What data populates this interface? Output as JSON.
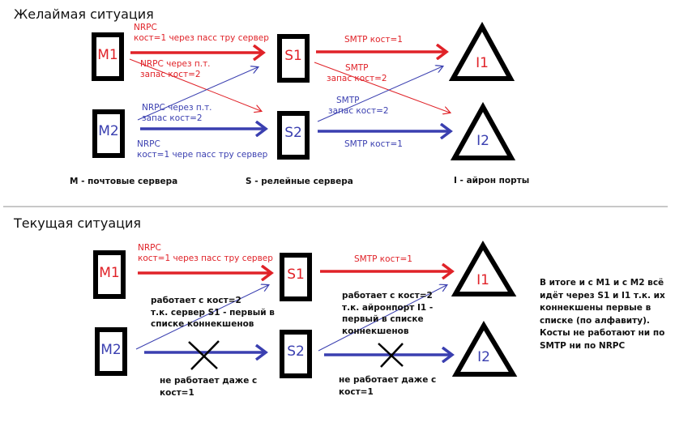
{
  "colors": {
    "primary_red": "#e02228",
    "primary_blue": "#3a3fb0",
    "outline": "#000000",
    "divider": "#c8c8c8"
  },
  "desired": {
    "title": "Желаймая ситуация",
    "nodes": {
      "m1": "M1",
      "m2": "M2",
      "s1": "S1",
      "s2": "S2",
      "i1": "I1",
      "i2": "I2"
    },
    "edges": {
      "m1_s1": [
        "NRPC",
        "кост=1 через пасс тру сервер"
      ],
      "m1_s2": [
        "NRPC через п.т.",
        "запас кост=2"
      ],
      "m2_s1": [
        "NRPC через п.т.",
        "запас кост=2"
      ],
      "m2_s2": [
        "NRPC",
        "кост=1 чере пасс тру сервер"
      ],
      "s1_i1": "SMTP кост=1",
      "s1_i2": [
        "SMTP",
        "запас кост=2"
      ],
      "s2_i1": [
        "SMTP",
        "запас кост=2"
      ],
      "s2_i2": "SMTP кост=1"
    },
    "legend": {
      "m": "M - почтовые сервера",
      "s": "S - релейные сервера",
      "i": "I - айрон порты"
    }
  },
  "current": {
    "title": "Текущая ситуация",
    "nodes": {
      "m1": "M1",
      "m2": "M2",
      "s1": "S1",
      "s2": "S2",
      "i1": "I1",
      "i2": "I2"
    },
    "edges": {
      "m1_s1": [
        "NRPC",
        "кост=1 через пасс тру сервер"
      ],
      "s1_i1": "SMTP кост=1",
      "m2_s1": [
        "работает с кост=2",
        "т.к. сервер S1 - первый в",
        "списке коннекшенов"
      ],
      "s2_i1": [
        "работает с кост=2",
        "т.к. айронпорт I1 -",
        "первый в списке",
        "коннекшенов"
      ],
      "m2_s2": [
        "не работает даже с",
        "кост=1"
      ],
      "s2_i2": [
        "не работает даже с",
        "кост=1"
      ]
    },
    "summary": "В итоге и с M1 и с M2 всё идёт через S1 и I1 т.к. их коннекшены первые в списке (по алфавиту). Косты не работают ни по SMTP ни по NRPC"
  }
}
